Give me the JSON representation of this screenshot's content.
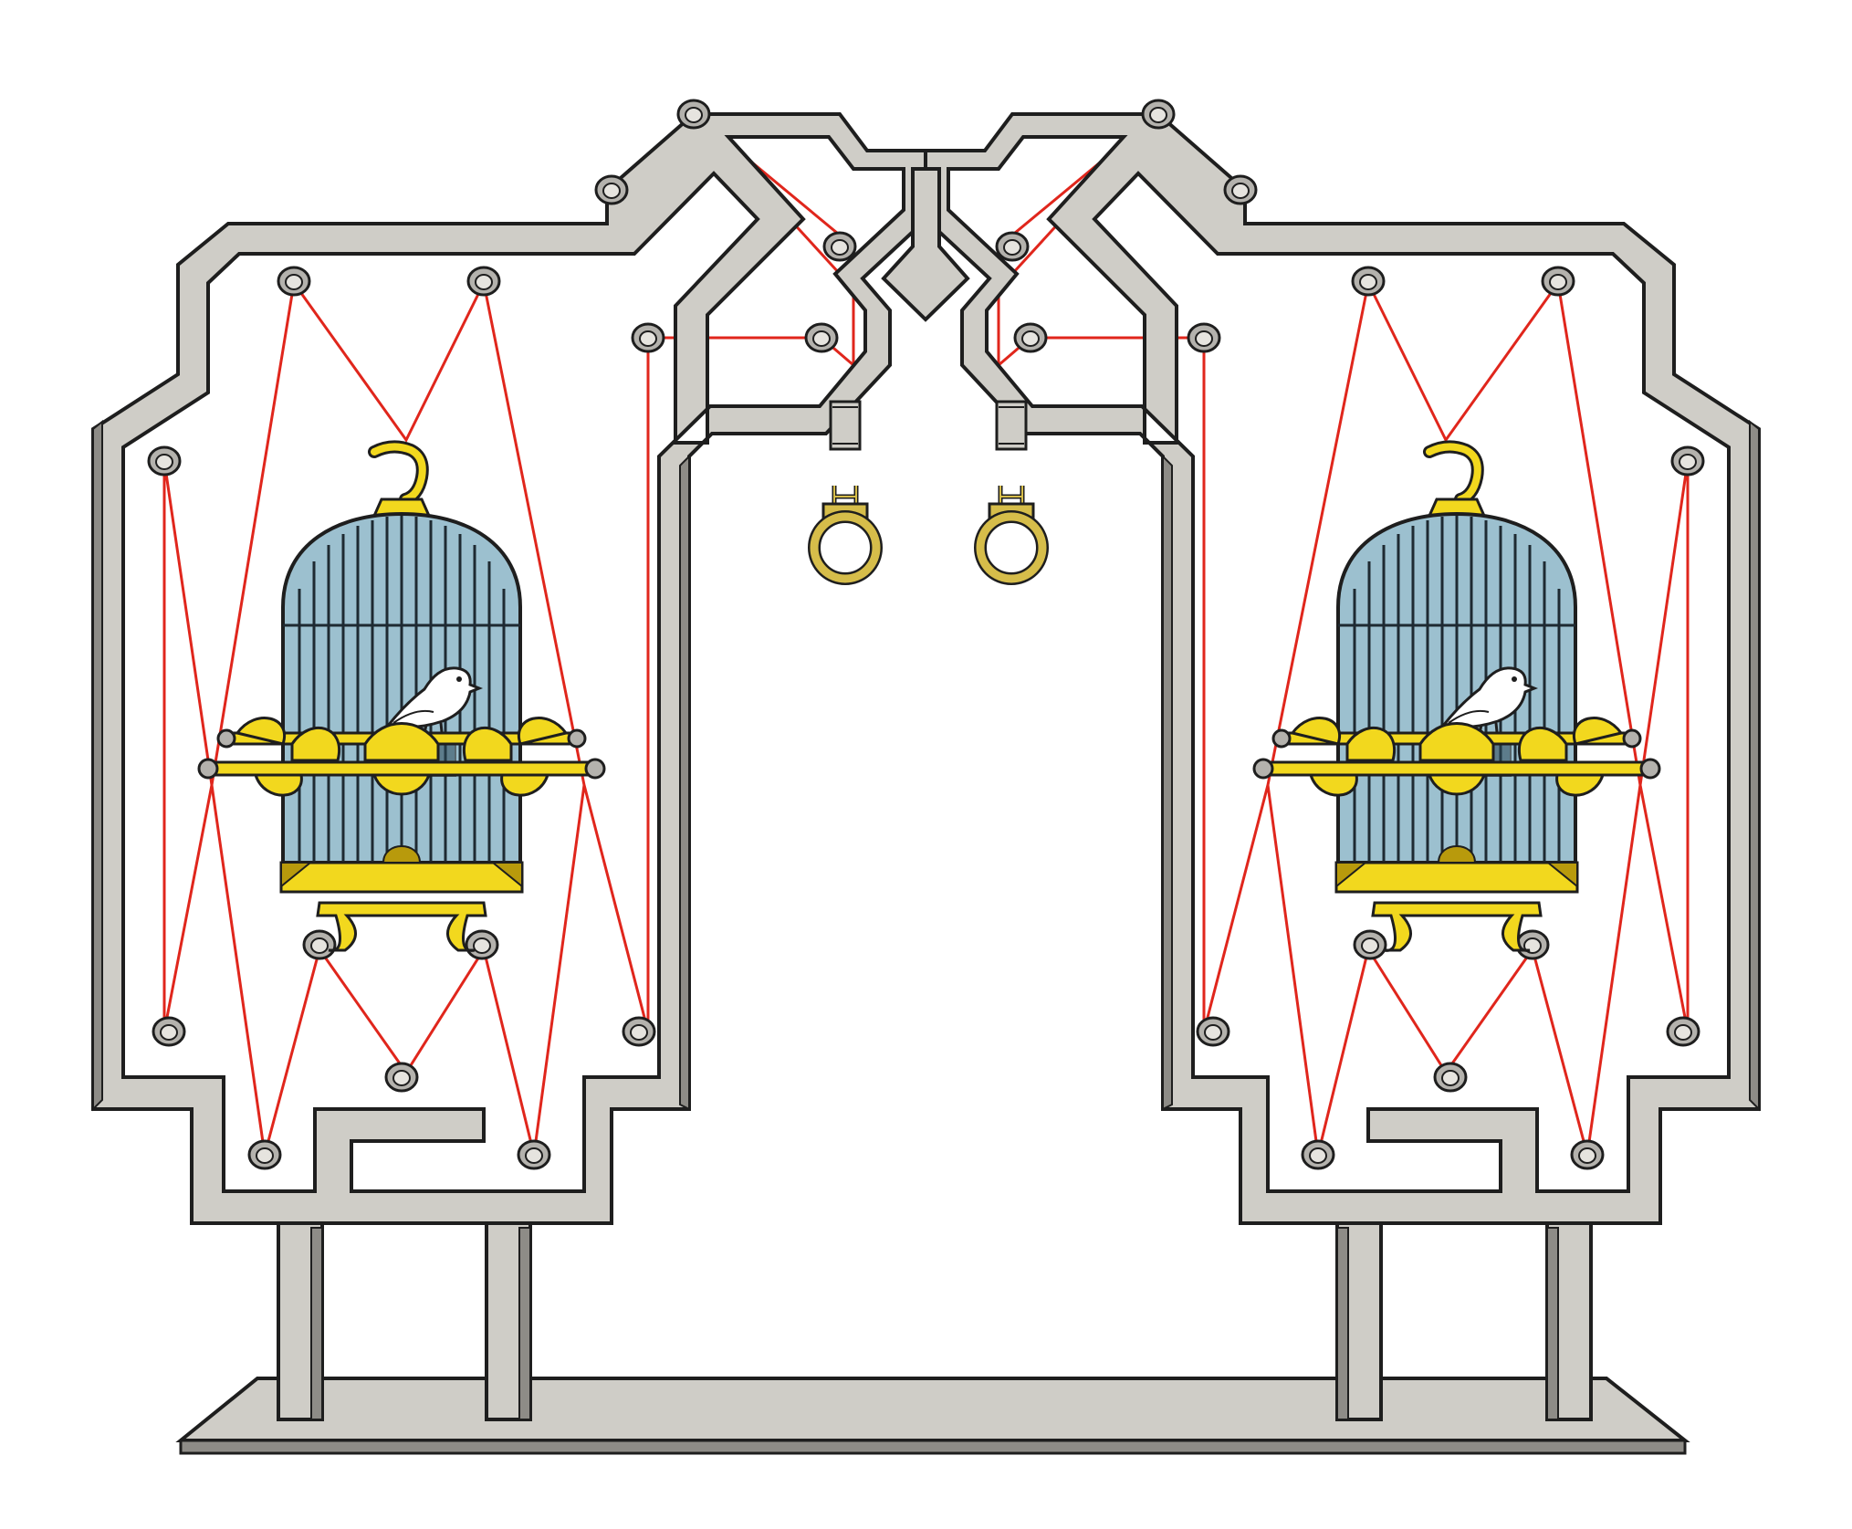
{
  "colors": {
    "frame_face": "#cfcdc7",
    "frame_side": "#8e8c87",
    "outline": "#1e1e1e",
    "cord": "#e0261c",
    "gold": "#f2d81e",
    "gold_dark": "#b89a0c",
    "cage": "#9cc0cf",
    "cage_bar": "#1e2a32",
    "pulley": "#b4b2ad",
    "ring": "#d6bd4a",
    "bird": "#ffffff"
  },
  "parts": {
    "frame": "frame-structure",
    "base": "base-plinth",
    "cords": "pulley-cords",
    "cages": [
      "left-birdcage",
      "right-birdcage"
    ],
    "rings": [
      "left-pull-ring",
      "right-pull-ring"
    ]
  }
}
